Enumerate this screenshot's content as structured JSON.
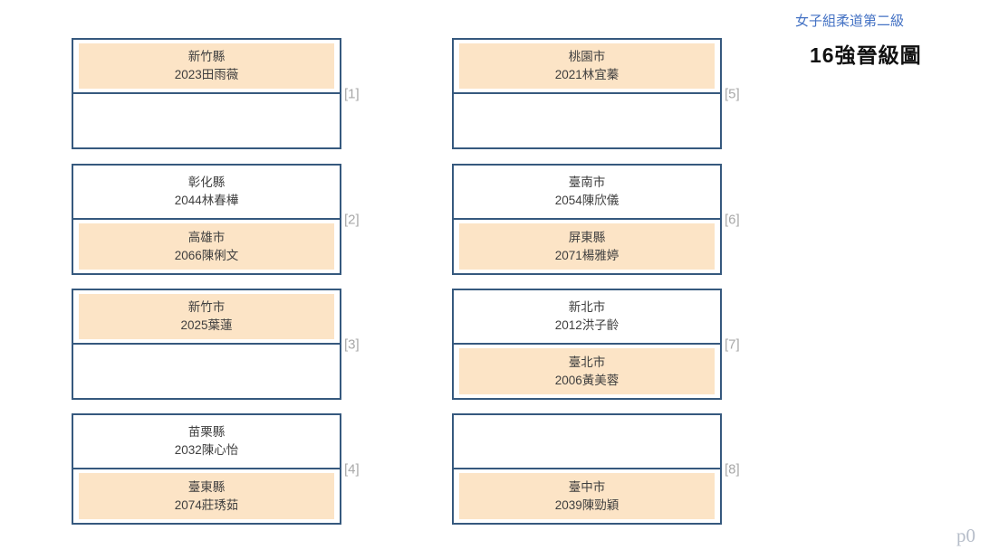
{
  "header": {
    "category": "女子組柔道第二級",
    "title": "16強晉級圖"
  },
  "page_label": "p0",
  "colors": {
    "box_border": "#36597E",
    "highlight_fill": "#FCE4C6",
    "match_label_gray": "#A8A8A8",
    "category_blue": "#4472C4",
    "text": "#3F3F3F",
    "page_label_gray": "#B6BDC9"
  },
  "matches": [
    {
      "label": "[1]",
      "slots": [
        {
          "region": "新竹縣",
          "entry": "2023田雨薇",
          "highlighted": true
        },
        {
          "region": "",
          "entry": "",
          "highlighted": false
        }
      ]
    },
    {
      "label": "[2]",
      "slots": [
        {
          "region": "彰化縣",
          "entry": "2044林春樺",
          "highlighted": false
        },
        {
          "region": "高雄市",
          "entry": "2066陳俐文",
          "highlighted": true
        }
      ]
    },
    {
      "label": "[3]",
      "slots": [
        {
          "region": "新竹市",
          "entry": "2025葉蓮",
          "highlighted": true
        },
        {
          "region": "",
          "entry": "",
          "highlighted": false
        }
      ]
    },
    {
      "label": "[4]",
      "slots": [
        {
          "region": "苗栗縣",
          "entry": "2032陳心怡",
          "highlighted": false
        },
        {
          "region": "臺東縣",
          "entry": "2074莊琇茹",
          "highlighted": true
        }
      ]
    },
    {
      "label": "[5]",
      "slots": [
        {
          "region": "桃園市",
          "entry": "2021林宜蓁",
          "highlighted": true
        },
        {
          "region": "",
          "entry": "",
          "highlighted": false
        }
      ]
    },
    {
      "label": "[6]",
      "slots": [
        {
          "region": "臺南市",
          "entry": "2054陳欣儀",
          "highlighted": false
        },
        {
          "region": "屏東縣",
          "entry": "2071楊雅婷",
          "highlighted": true
        }
      ]
    },
    {
      "label": "[7]",
      "slots": [
        {
          "region": "新北市",
          "entry": "2012洪子齡",
          "highlighted": false
        },
        {
          "region": "臺北市",
          "entry": "2006黃美蓉",
          "highlighted": true
        }
      ]
    },
    {
      "label": "[8]",
      "slots": [
        {
          "region": "",
          "entry": "",
          "highlighted": false
        },
        {
          "region": "臺中市",
          "entry": "2039陳勁穎",
          "highlighted": true
        }
      ]
    }
  ]
}
